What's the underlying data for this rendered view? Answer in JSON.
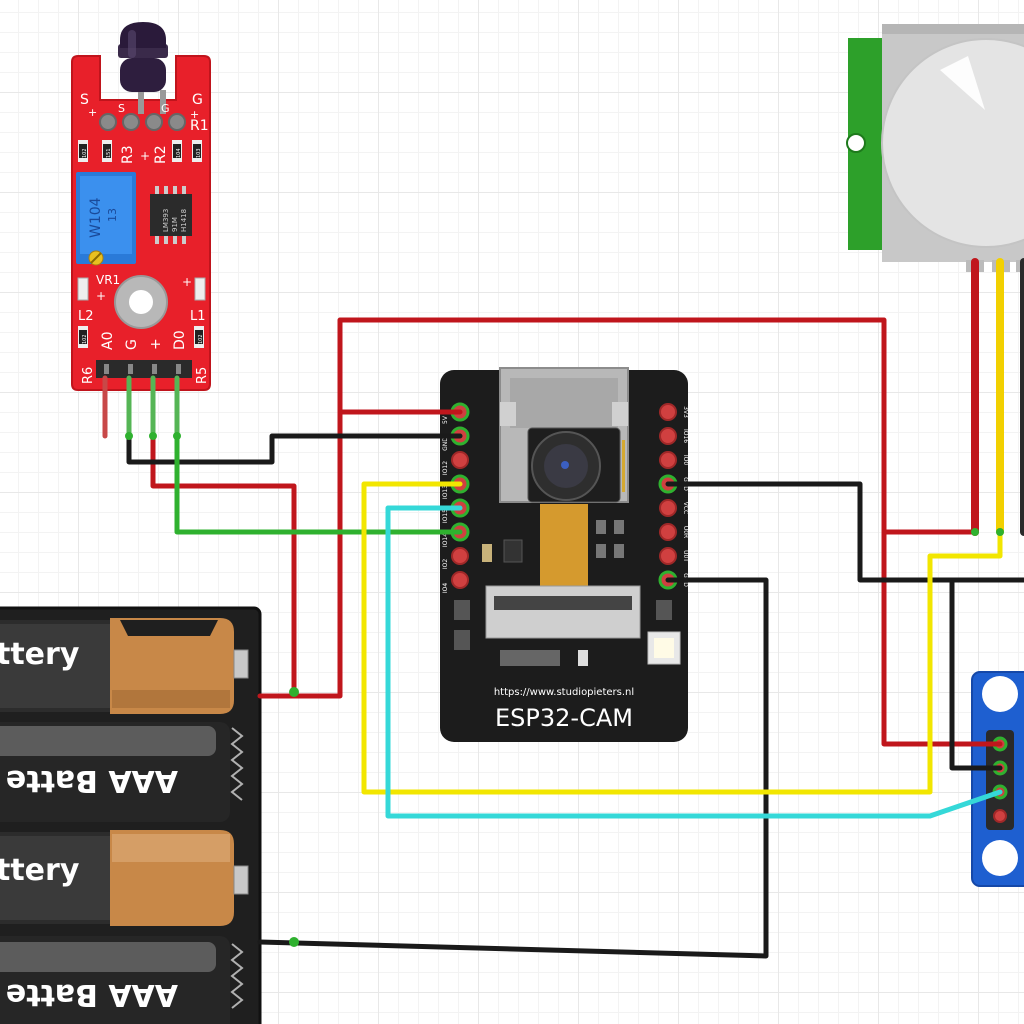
{
  "colors": {
    "background": "#ffffff",
    "grid": "#e8e8e8",
    "red_wire": "#c0161c",
    "black_wire": "#1a1a1a",
    "green_wire": "#2fb12f",
    "yellow_wire": "#f2e600",
    "cyan_wire": "#35d8d8",
    "sensor_pcb": "#e8202a",
    "esp_board": "#1c1c1c",
    "pir_pcb": "#2da02a",
    "module_pcb": "#1e5fd0"
  },
  "ir_sensor": {
    "labels_top": {
      "s": "S",
      "plus": "+",
      "g": "G"
    },
    "labels_pins": {
      "s": "S",
      "plus": "+",
      "g": "G"
    },
    "resistors": {
      "r1": "R1",
      "r2": "R2",
      "r3": "R3",
      "r5": "R5",
      "r6": "R6"
    },
    "leds": {
      "l1": "L1",
      "l2": "L2"
    },
    "resistor_codes": {
      "a": "102",
      "b": "151",
      "c": "104",
      "d": "103",
      "e": "102"
    },
    "pot": {
      "ref": "VR1",
      "code": "W104",
      "sub": "13"
    },
    "chip": {
      "line1": "LM393",
      "line2": "91M",
      "line3": "H1418"
    },
    "plus_left": "+",
    "plus_right": "+",
    "header_labels": {
      "a0": "A0",
      "g": "G",
      "plus": "+",
      "d0": "D0"
    }
  },
  "esp32": {
    "title": "ESP32-CAM",
    "url": "https://www.studiopieters.nl",
    "left_pins": [
      "5V",
      "GND",
      "IO12",
      "IO13",
      "IO15",
      "IO14",
      "IO2",
      "IO4"
    ],
    "right_pins": [
      "3V3",
      "IO16",
      "IO0",
      "GND",
      "VCC",
      "U0R",
      "U0T",
      "GND"
    ]
  },
  "battery": {
    "label_top": "ttery",
    "label_flipped": "AAA Batte"
  }
}
